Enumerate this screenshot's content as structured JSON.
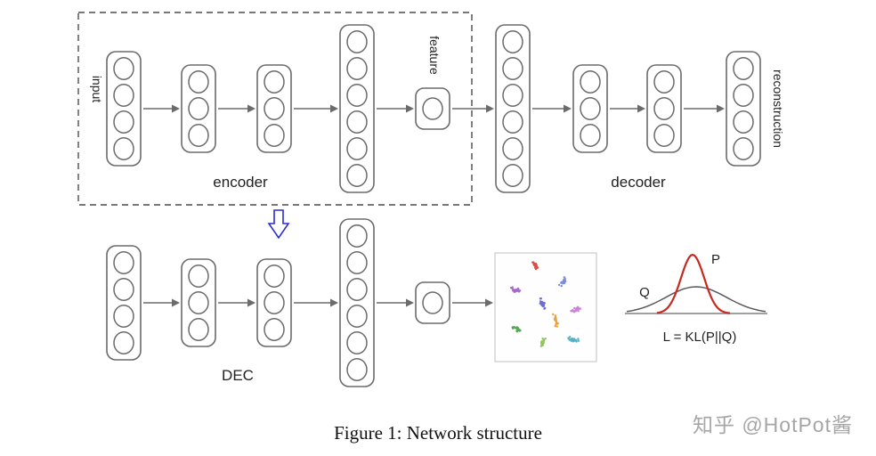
{
  "figure": {
    "caption": "Figure 1: Network structure",
    "watermark": "知乎 @HotPot酱"
  },
  "diagram": {
    "autoencoder": {
      "input_label": "input",
      "feature_label": "feature",
      "reconstruction_label": "reconstruction",
      "encoder_label": "encoder",
      "decoder_label": "decoder",
      "encoder_layer_nodes": [
        4,
        3,
        3,
        6
      ],
      "feature_nodes": 1,
      "decoder_layer_nodes": [
        6,
        3,
        3,
        4
      ]
    },
    "dec": {
      "label": "DEC",
      "layer_nodes": [
        4,
        3,
        3,
        6
      ],
      "feature_nodes": 1
    },
    "scatter": {
      "clusters": [
        {
          "x": 0.4,
          "y": 0.12,
          "angle": 0.9,
          "color": "#d85045"
        },
        {
          "x": 0.67,
          "y": 0.27,
          "angle": 2.2,
          "color": "#7b8be0"
        },
        {
          "x": 0.2,
          "y": 0.34,
          "angle": 0.3,
          "color": "#a868cc"
        },
        {
          "x": 0.47,
          "y": 0.47,
          "angle": 1.2,
          "color": "#6f6fd8"
        },
        {
          "x": 0.8,
          "y": 0.52,
          "angle": 2.8,
          "color": "#c984d8"
        },
        {
          "x": 0.6,
          "y": 0.62,
          "angle": 1.5,
          "color": "#e8a040"
        },
        {
          "x": 0.22,
          "y": 0.7,
          "angle": 0.6,
          "color": "#58a85a"
        },
        {
          "x": 0.47,
          "y": 0.82,
          "angle": 1.9,
          "color": "#8fc858"
        },
        {
          "x": 0.77,
          "y": 0.8,
          "angle": 0.2,
          "color": "#4fb4c8"
        }
      ]
    },
    "kl_plot": {
      "p_label": "P",
      "q_label": "Q",
      "loss_label": "L = KL(P||Q)",
      "p_color": "#c8281e",
      "q_color": "#5a5a5a"
    },
    "colors": {
      "stroke": "#6b6b6b",
      "dashed_box": "#4a4a4a",
      "blue_arrow": "#2b2bd4"
    }
  }
}
